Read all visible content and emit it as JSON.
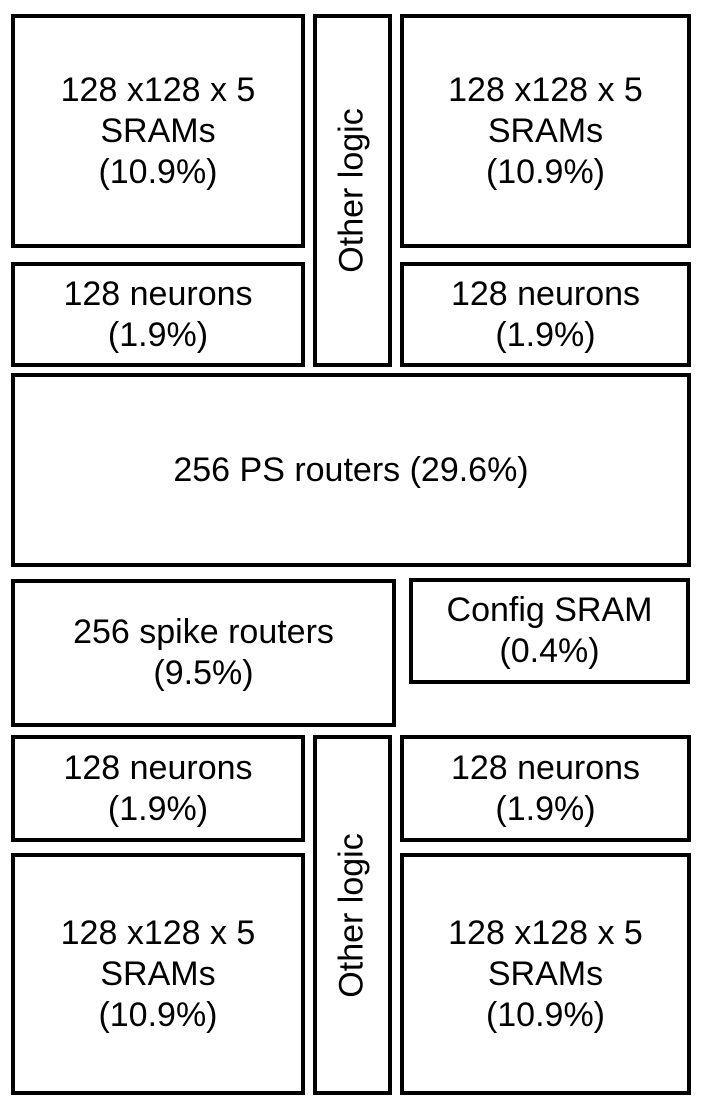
{
  "diagram": {
    "type": "chip-floorplan-area-breakdown",
    "colors": {
      "background": "#ffffff",
      "border": "#000000",
      "text": "#000000"
    },
    "blocks": {
      "top_left_sram": {
        "label": "128 x128 x 5\nSRAMs\n(10.9%)"
      },
      "top_other_logic": {
        "label": "Other logic"
      },
      "top_right_sram": {
        "label": "128 x128 x 5\nSRAMs\n(10.9%)"
      },
      "top_left_neurons": {
        "label": "128 neurons\n(1.9%)"
      },
      "top_right_neurons": {
        "label": "128 neurons\n(1.9%)"
      },
      "ps_routers": {
        "label": "256 PS routers (29.6%)"
      },
      "spike_routers": {
        "label": "256 spike routers\n(9.5%)"
      },
      "config_sram": {
        "label": "Config SRAM\n(0.4%)"
      },
      "bottom_left_neurons": {
        "label": "128 neurons\n(1.9%)"
      },
      "bottom_other_logic": {
        "label": "Other logic"
      },
      "bottom_right_neurons": {
        "label": "128 neurons\n(1.9%)"
      },
      "bottom_left_sram": {
        "label": "128 x128 x 5\nSRAMs\n(10.9%)"
      },
      "bottom_right_sram": {
        "label": "128 x128 x 5\nSRAMs\n(10.9%)"
      }
    }
  }
}
